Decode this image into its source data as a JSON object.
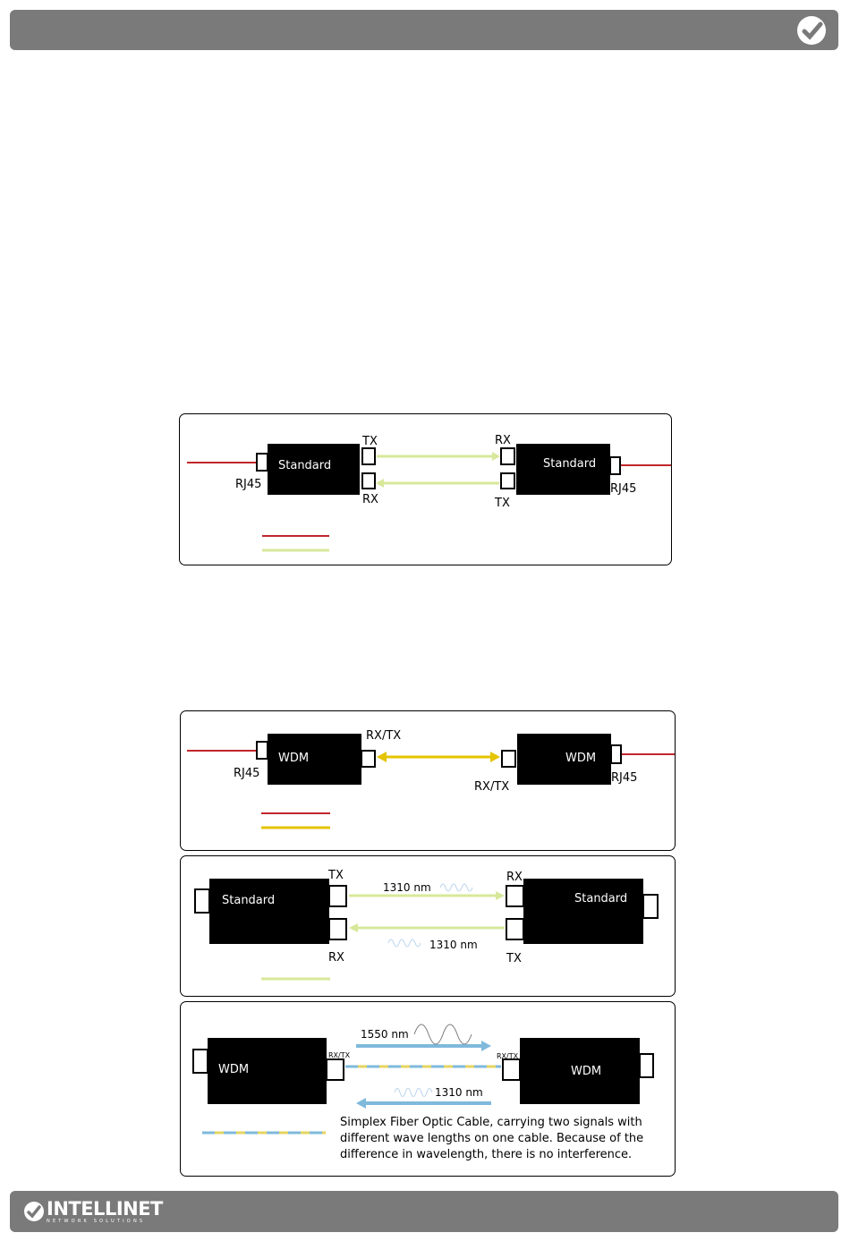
{
  "brand": {
    "name": "INTELLINET",
    "tagline": "NETWORK SOLUTIONS",
    "bar_color": "#7a7a7a"
  },
  "icons": {
    "header": "checkmark-icon",
    "footer": "logo-icon"
  },
  "colors": {
    "copper": "#c0262c",
    "fiber": "#d7e89a",
    "wdm": "#e5c400",
    "blue": "#7fb9dc"
  },
  "diagram1": {
    "left_device": "Standard",
    "right_device": "Standard",
    "left_tx": "TX",
    "left_rx": "RX",
    "right_rx": "RX",
    "right_tx": "TX",
    "left_port": "RJ45",
    "right_port": "RJ45"
  },
  "diagram2": {
    "left_device": "WDM",
    "right_device": "WDM",
    "left_port_label": "RX/TX",
    "right_port_label": "RX/TX",
    "left_rj": "RJ45",
    "right_rj": "RJ45"
  },
  "diagram3": {
    "left_device": "Standard",
    "right_device": "Standard",
    "left_tx": "TX",
    "left_rx": "RX",
    "right_rx": "RX",
    "right_tx": "TX",
    "top_wave": "1310 nm",
    "bottom_wave": "1310 nm"
  },
  "diagram4": {
    "left_device": "WDM",
    "right_device": "WDM",
    "left_port_label": "RX/TX",
    "right_port_label": "RX/TX",
    "top_wave": "1550 nm",
    "bottom_wave": "1310 nm",
    "description": "Simplex Fiber Optic Cable, carrying two signals with different wave lengths on one cable. Because of the difference in wavelength, there is no interference."
  }
}
